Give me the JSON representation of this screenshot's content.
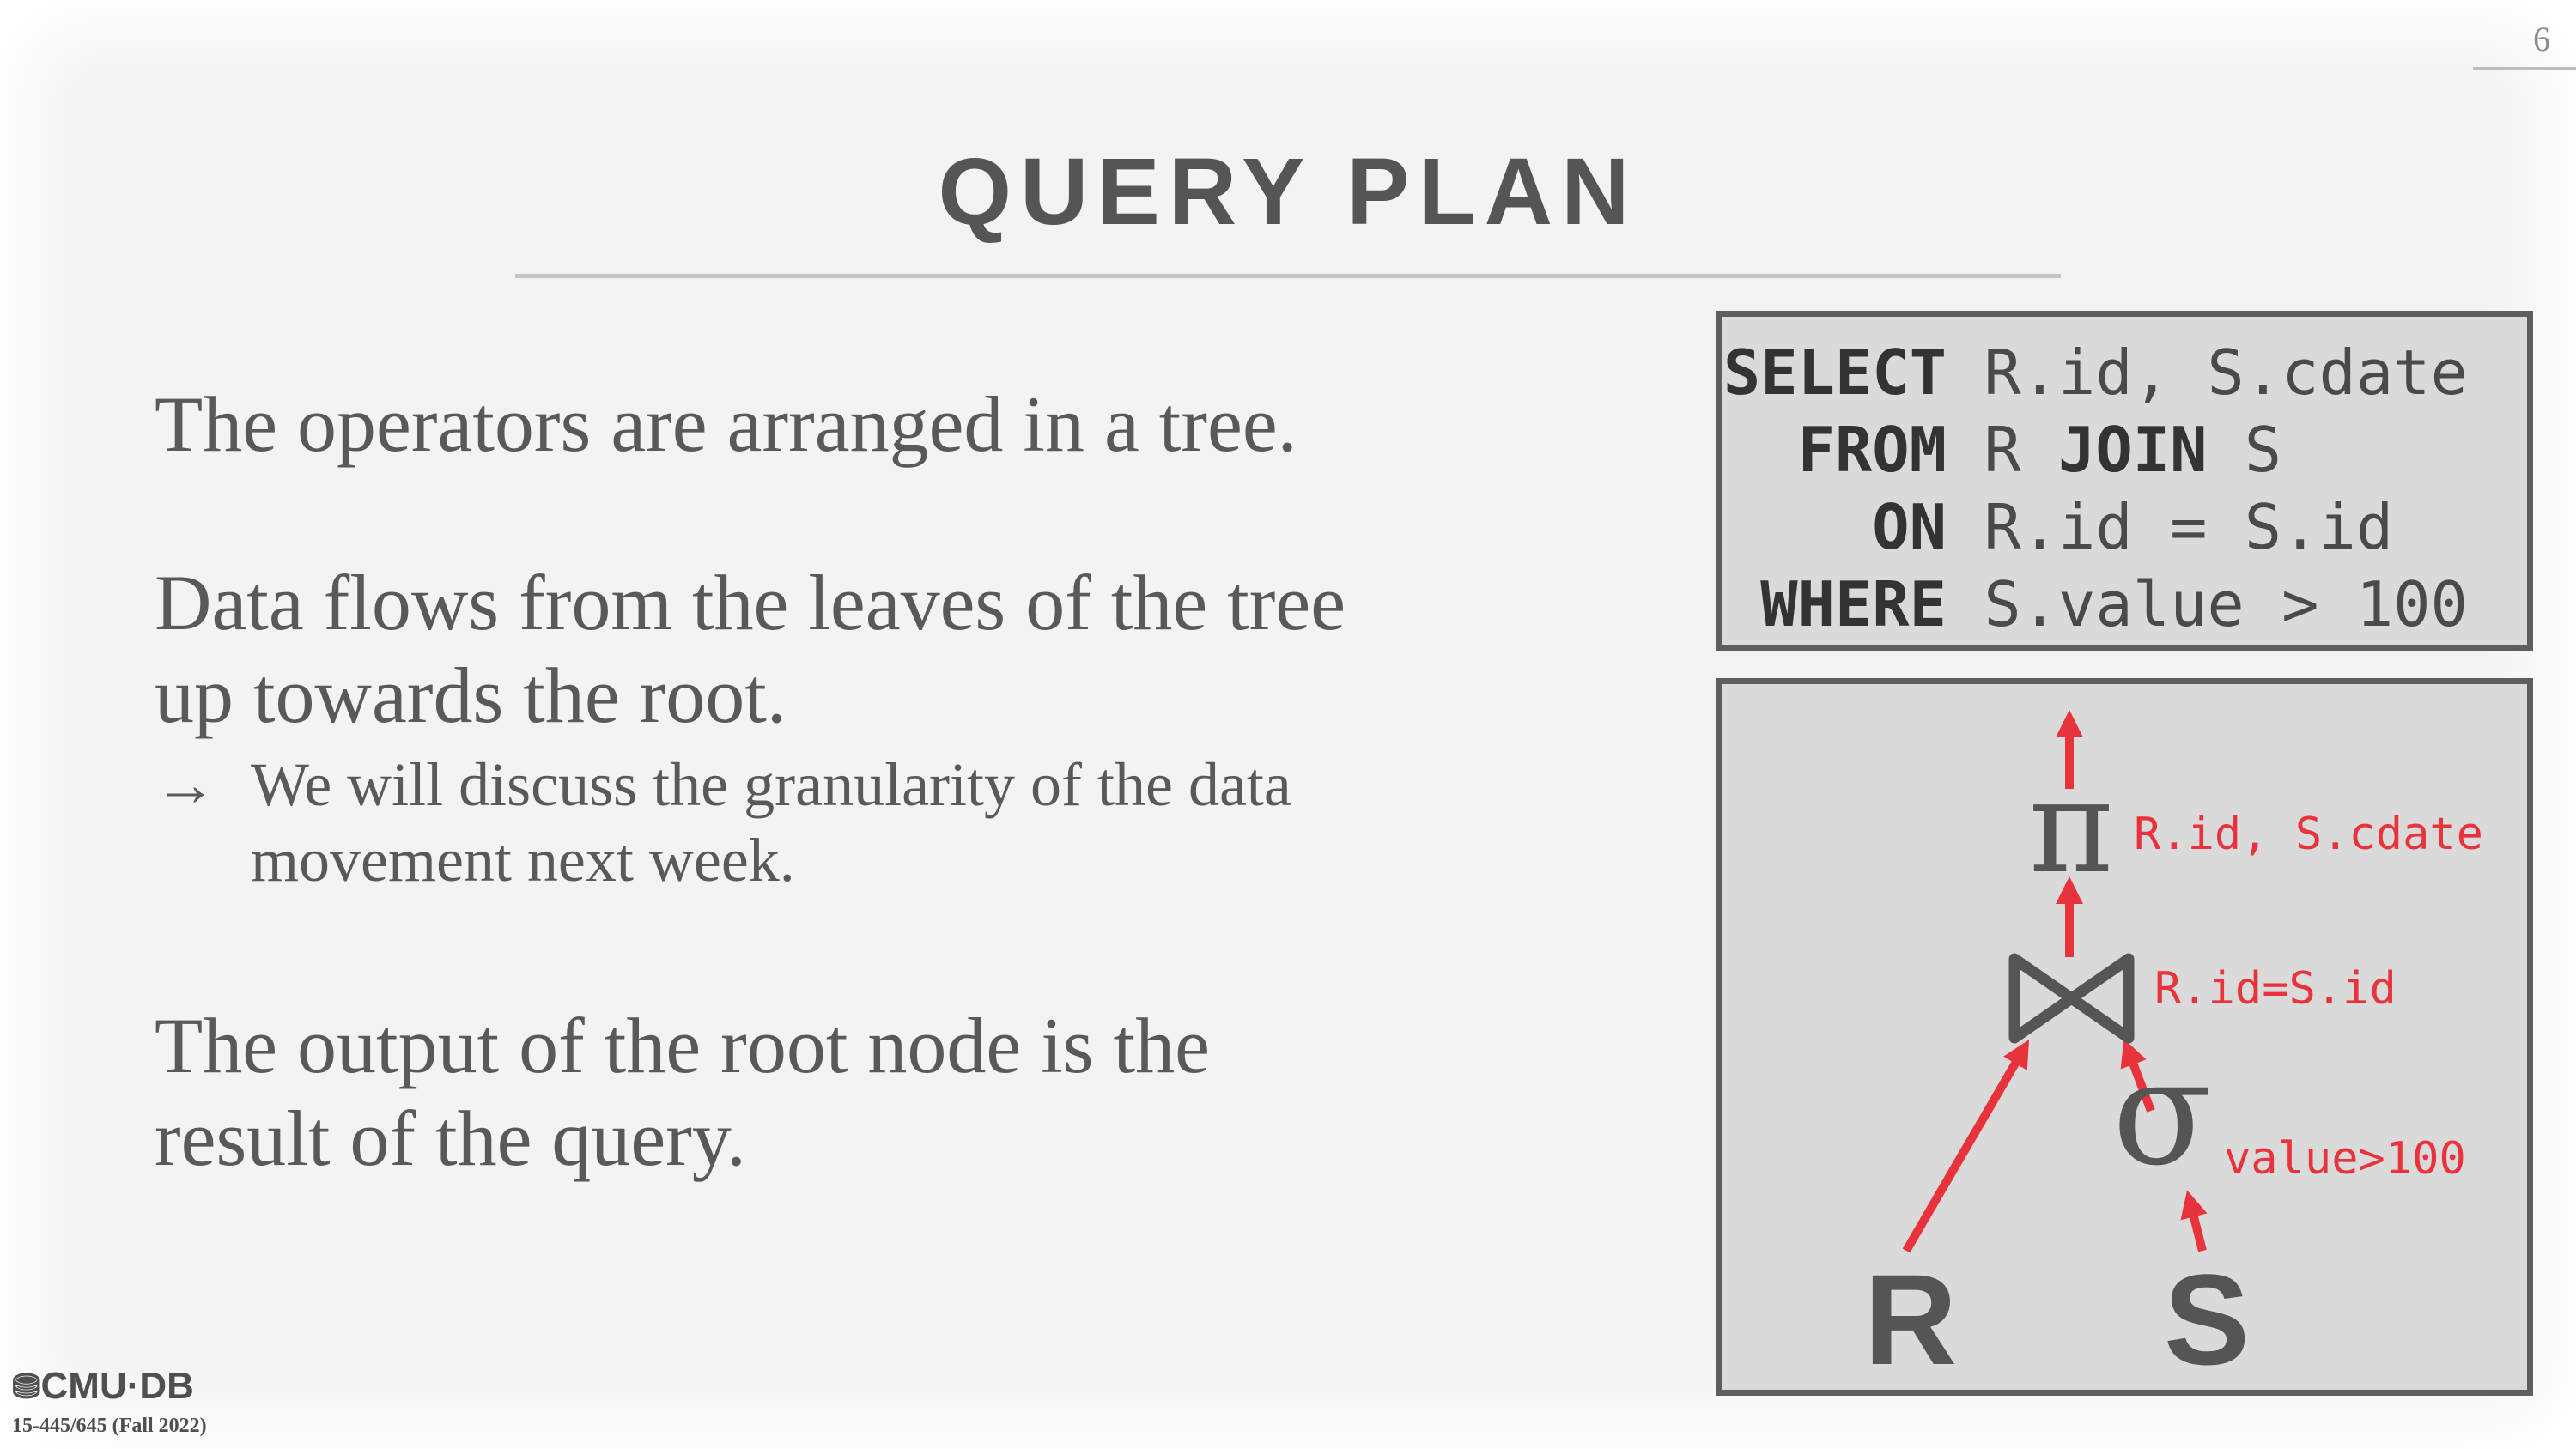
{
  "slide": {
    "page_number": "6",
    "title": "QUERY PLAN"
  },
  "bullets": {
    "b1": "The operators are arranged in a tree.",
    "b2_line1": "Data flows from the leaves of the tree",
    "b2_line2": "up towards the root.",
    "sub_arrow": "→",
    "sub_line1": "We will discuss the granularity of the data",
    "sub_line2": "movement next week.",
    "b3_line1": "The output of the root node is the",
    "b3_line2": "result of the query."
  },
  "sql": {
    "select_kw": "SELECT",
    "select_txt": " R.id, S.cdate",
    "from_kw": "FROM",
    "from_txt1": " R ",
    "join_kw": "JOIN",
    "from_txt2": " S",
    "on_kw": "ON",
    "on_txt": " R.id = S.id",
    "where_kw": "WHERE",
    "where_txt": " S.value > 100"
  },
  "tree": {
    "pi_symbol": "π",
    "pi_label": "R.id, S.cdate",
    "join_label": "R.id=S.id",
    "sigma_symbol": "σ",
    "sigma_label": "value>100",
    "leaf_r": "R",
    "leaf_s": "S",
    "accent_color": "#e8323c",
    "symbol_color": "#555555"
  },
  "footer": {
    "logo": "CMU·DB",
    "course": "15-445/645 (Fall 2022)"
  }
}
